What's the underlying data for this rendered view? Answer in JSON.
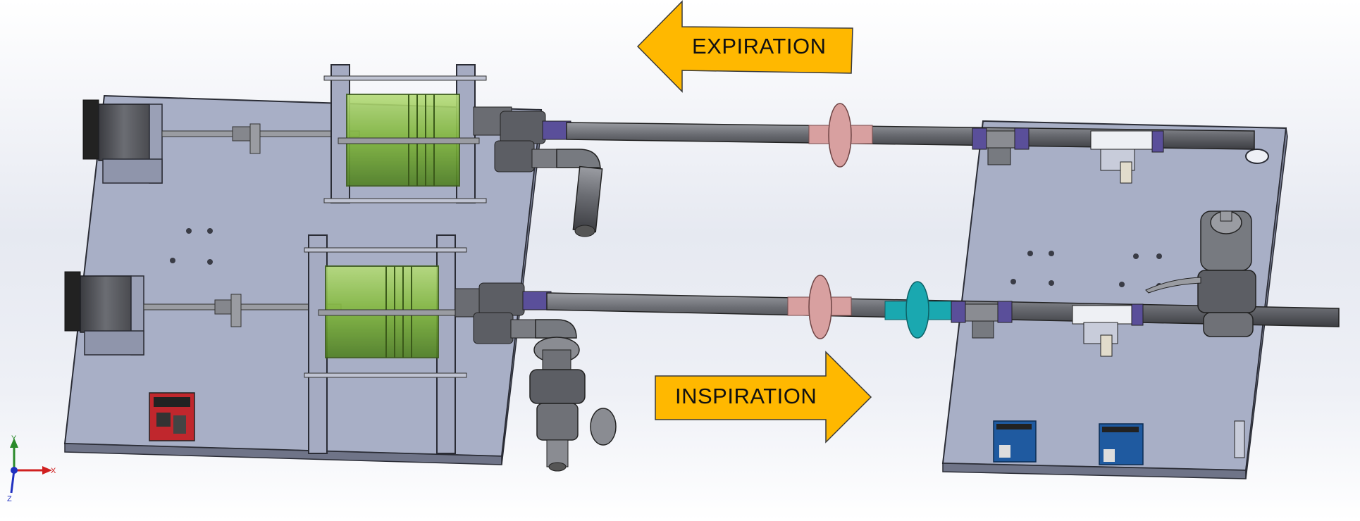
{
  "labels": {
    "expiration": "EXPIRATION",
    "inspiration": "INSPIRATION"
  },
  "triad": {
    "x": "X",
    "y": "Y",
    "z": "Z"
  },
  "colors": {
    "arrow": "#ffb800",
    "plate": "#a8afc6",
    "cylinder": "#7fb63a",
    "pink_flange": "#d8a0a0",
    "teal_flange": "#1aa8b0",
    "pipe": "#6d6f74"
  }
}
